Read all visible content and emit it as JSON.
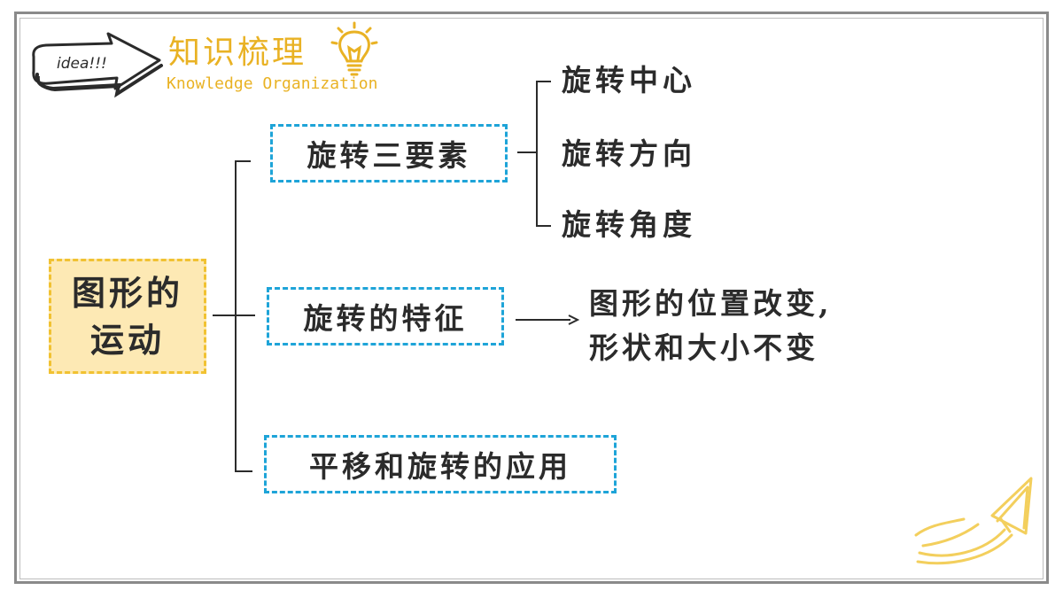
{
  "header": {
    "badge_text": "idea!!!",
    "title": "知识梳理",
    "subtitle": "Knowledge Organization"
  },
  "root": {
    "line1": "图形的",
    "line2": "运动"
  },
  "branches": [
    {
      "label": "旋转三要素"
    },
    {
      "label": "旋转的特征"
    },
    {
      "label": "平移和旋转的应用"
    }
  ],
  "elements": [
    "旋转中心",
    "旋转方向",
    "旋转角度"
  ],
  "feature": {
    "line1": "图形的位置改变,",
    "line2": "形状和大小不变"
  },
  "colors": {
    "accent": "#e9b224",
    "root_fill": "#fde9b4",
    "root_border": "#f1c232",
    "node_border": "#1ea4d8",
    "frame": "#8a8a8a"
  },
  "icons": [
    "speech-arrow-icon",
    "lightbulb-icon",
    "curved-arrow-icon"
  ]
}
